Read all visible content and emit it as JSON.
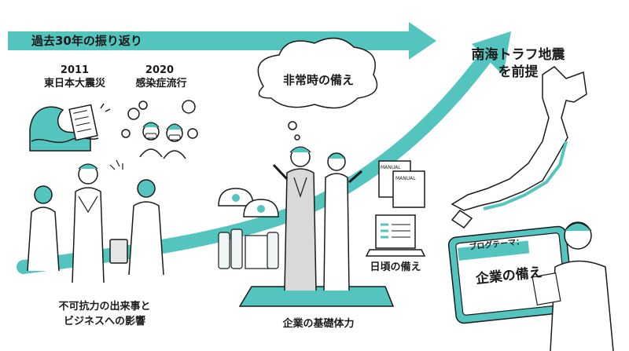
{
  "header": {
    "timeline_label": "過去30年の振り返り"
  },
  "events": [
    {
      "year": "2011",
      "name": "東日本大震災"
    },
    {
      "year": "2020",
      "name": "感染症流行"
    }
  ],
  "left_caption": {
    "line1": "不可抗力の出来事と",
    "line2": "ビジネスへの影響"
  },
  "thought_bubble": "非常時の備え",
  "manual_label": "MANUAL",
  "center_caption": "企業の基礎体力",
  "laptop_caption": "日頃の備え",
  "right_title": {
    "line1": "南海トラフ地震",
    "line2": "を前提"
  },
  "tablet": {
    "tag": "ブログテーマ：",
    "title": "企業の備え"
  },
  "colors": {
    "accent": "#54c4be",
    "line": "#1a1a1a",
    "gray": "#7a7a7a"
  }
}
